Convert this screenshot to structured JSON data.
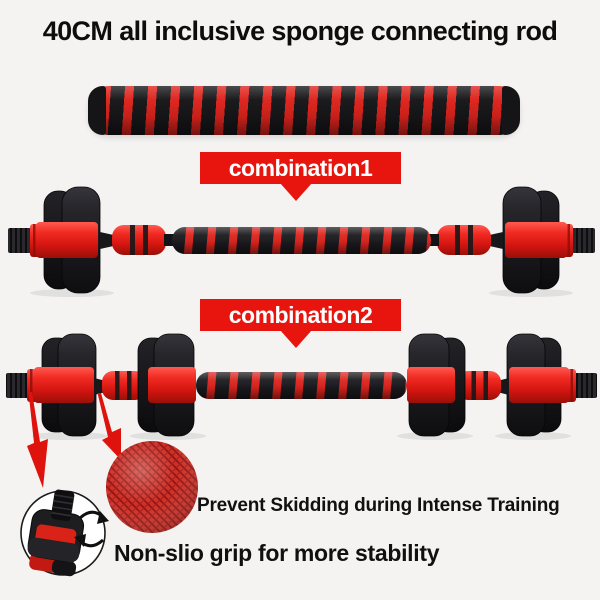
{
  "title": "40CM all inclusive sponge connecting rod",
  "banners": {
    "combination1": "combination1",
    "combination2": "combination2"
  },
  "captions": {
    "prevent_skidding": "Prevent Skidding during Intense Training",
    "non_slip": "Non-slio grip for more stability"
  },
  "icons": {
    "down_arrow_left": "red-down-arrow",
    "down_arrow_right": "red-down-arrow",
    "rotate_arrows": "rotate-clockwise-arrows",
    "knurl_texture": "anti-slip-knurl-texture-closeup",
    "nut_mechanism": "dumbbell-lock-nut-closeup"
  },
  "colors": {
    "background": "#f4f3f1",
    "banner_red": "#e8150e",
    "sponge_red": "#de241d",
    "collar_red": "#e62820",
    "metal_black": "#1a1a1d",
    "text_black": "#101010",
    "white": "#ffffff"
  }
}
